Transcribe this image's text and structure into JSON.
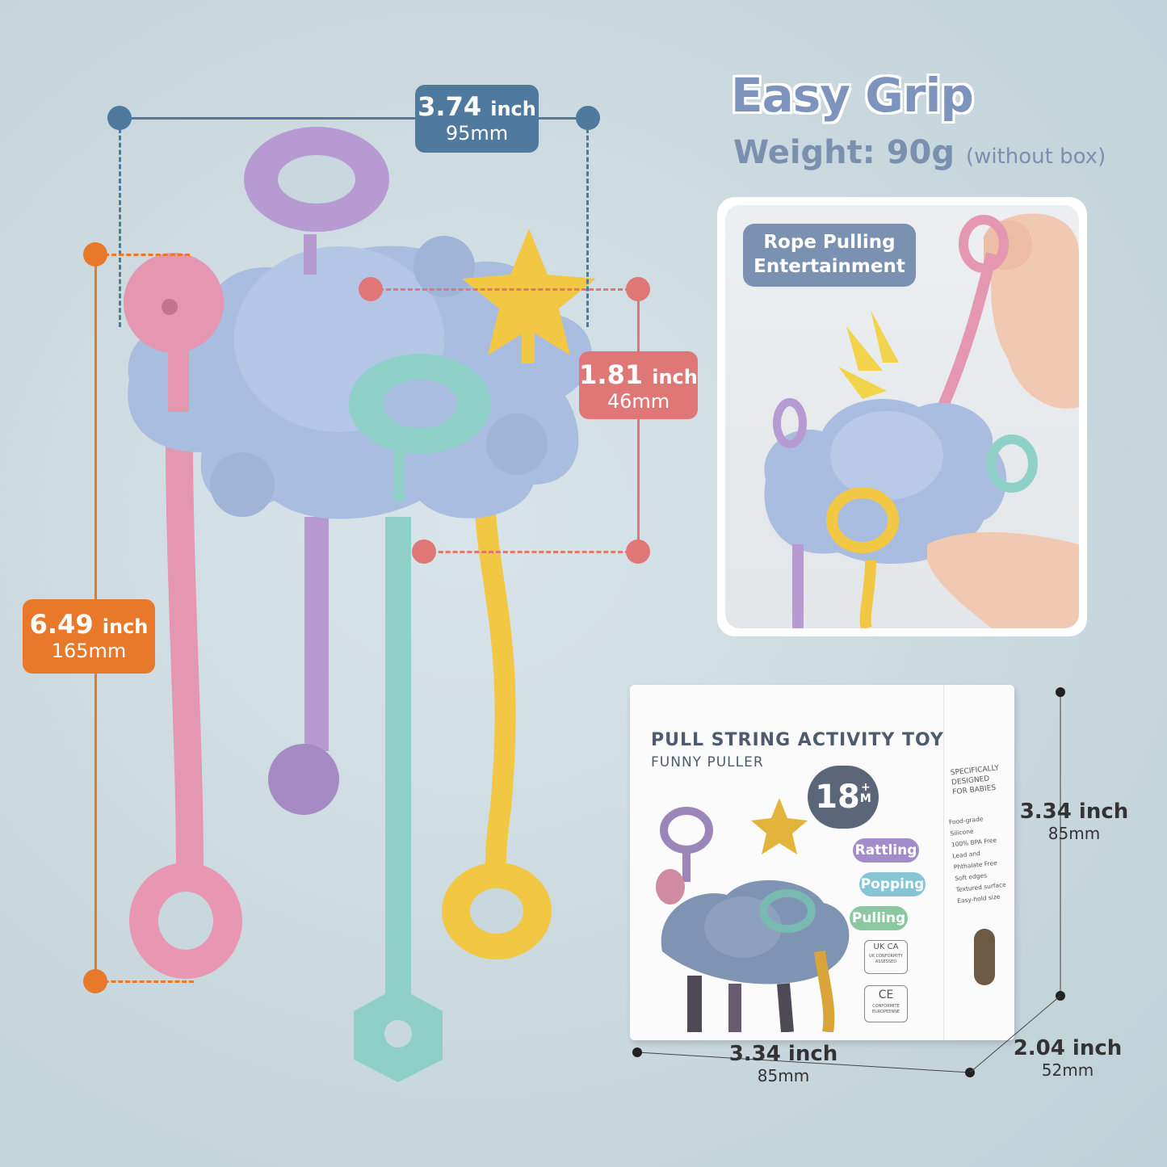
{
  "header": {
    "title": "Easy Grip",
    "weight_label": "Weight: 90g",
    "weight_note": "(without box)"
  },
  "dimensions": {
    "width": {
      "inch": "3.74",
      "unit": "inch",
      "mm": "95mm"
    },
    "height": {
      "inch": "6.49",
      "unit": "inch",
      "mm": "165mm"
    },
    "body_height": {
      "inch": "1.81",
      "unit": "inch",
      "mm": "46mm"
    }
  },
  "photo": {
    "badge_line1": "Rope Pulling",
    "badge_line2": "Entertainment"
  },
  "box": {
    "title": "PULL STRING ACTIVITY TOY",
    "subtitle": "FUNNY PULLER",
    "age": "18",
    "age_plus": "+",
    "age_unit": "M",
    "features": [
      "Rattling",
      "Popping",
      "Pulling"
    ],
    "side_heading": "SPECIFICALLY DESIGNED FOR BABIES",
    "side_list": [
      "Food-grade Silicone",
      "100% BPA Free",
      "Lead and Phthalate Free",
      "Soft edges",
      "Textured surface",
      "Easy-hold size"
    ],
    "ukca": "UK CA",
    "ukca_note": "UK CONFORMITY ASSESSED",
    "ce": "CE",
    "ce_note": "CONFORMITE EUROPEENNE"
  },
  "box_dimensions": {
    "height": {
      "main": "3.34 inch",
      "sub": "85mm"
    },
    "width": {
      "main": "3.34 inch",
      "sub": "85mm"
    },
    "depth": {
      "main": "2.04 inch",
      "sub": "52mm"
    }
  },
  "colors": {
    "blue_dim": "#4f7a9e",
    "orange_dim": "#e9792a",
    "red_dim": "#e07777",
    "toy_body": "#a9bde0",
    "pink": "#e596b0",
    "purple": "#b79ad2",
    "teal": "#8fd0c9",
    "yellow": "#f2c744"
  }
}
